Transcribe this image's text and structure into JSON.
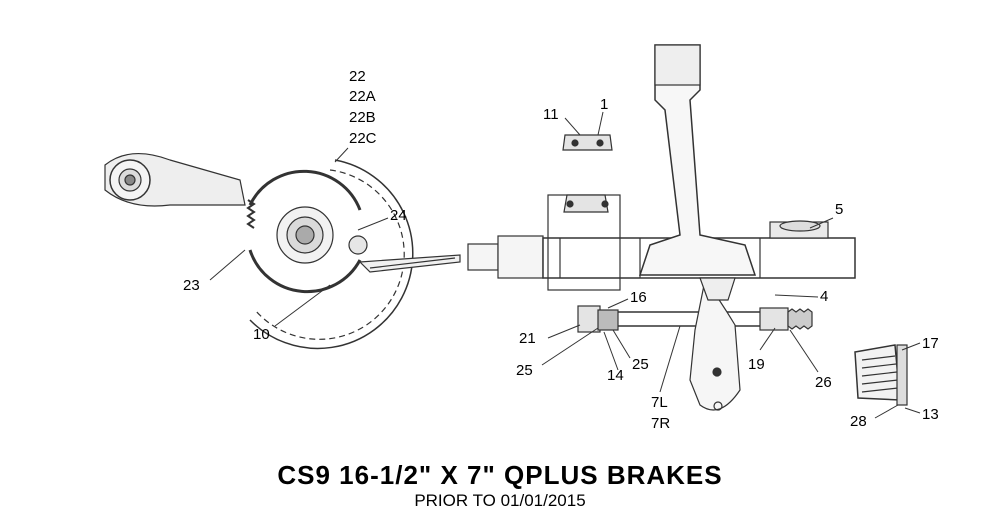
{
  "title": "CS9 16-1/2\" X 7\" QPLUS BRAKES",
  "subtitle": "PRIOR TO 01/01/2015",
  "callouts": {
    "c22": "22",
    "c22a": "22A",
    "c22b": "22B",
    "c22c": "22C",
    "c24": "24",
    "c23": "23",
    "c10": "10",
    "c11": "11",
    "c1": "1",
    "c5": "5",
    "c4": "4",
    "c16": "16",
    "c21": "21",
    "c25a": "25",
    "c25b": "25",
    "c14": "14",
    "c7l": "7L",
    "c7r": "7R",
    "c19": "19",
    "c26": "26",
    "c17": "17",
    "c28": "28",
    "c13": "13"
  },
  "colors": {
    "ink": "#000000",
    "line": "#333333",
    "shade": "#cfcfcf",
    "dark": "#555555"
  }
}
